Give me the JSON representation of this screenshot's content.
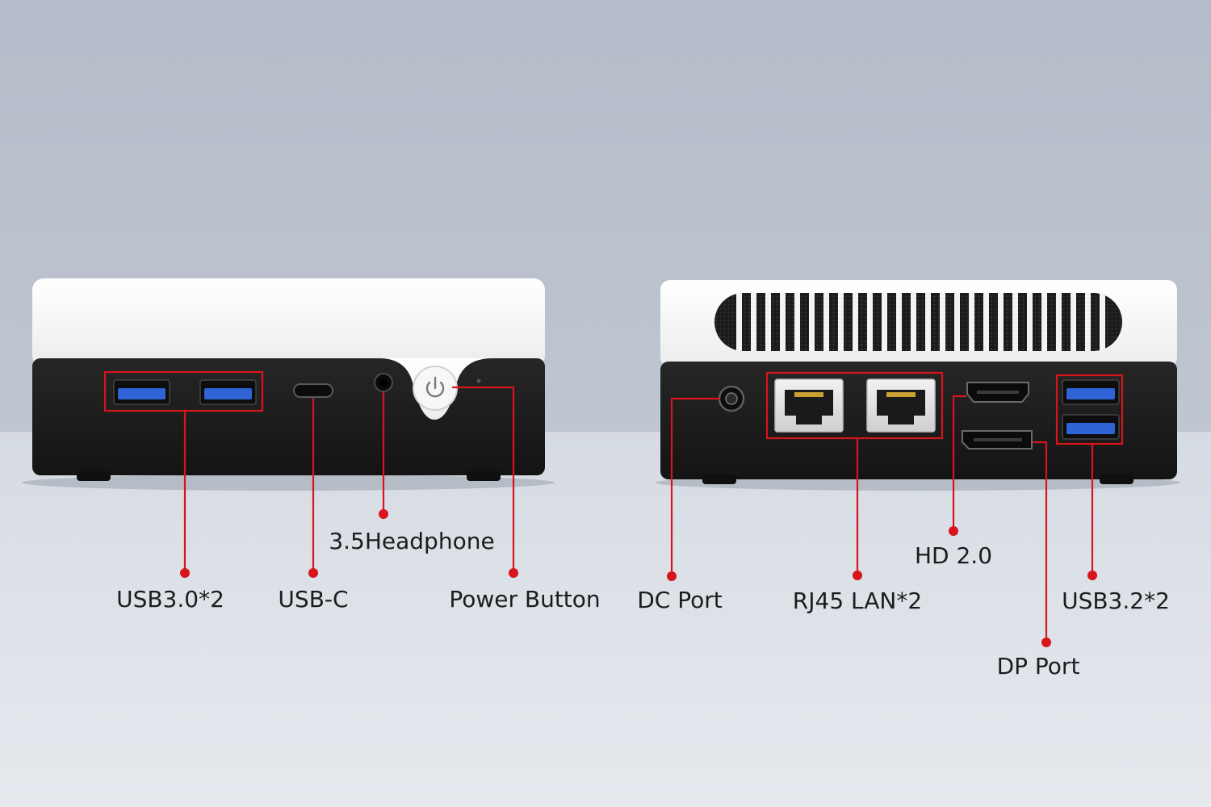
{
  "colors": {
    "wall": "#b8c0cc",
    "floor": "#dfe3ea",
    "case_white": "#f6f6f6",
    "case_black": "#1a1a1a",
    "callout_red": "#d8141c",
    "usb_blue": "#2f63d6"
  },
  "front_view": {
    "usb_label": "USB3.0*2",
    "usbc_label": "USB-C",
    "headphone_label": "3.5Headphone",
    "power_label": "Power Button",
    "icons": [
      "usb-a-port-icon",
      "usb-c-port-icon",
      "audio-jack-icon",
      "power-icon"
    ]
  },
  "rear_view": {
    "dc_label": "DC Port",
    "rj45_label": "RJ45 LAN*2",
    "hd_label": "HD 2.0",
    "usb_label": "USB3.2*2",
    "dp_label": "DP Port",
    "icons": [
      "dc-jack-icon",
      "rj45-port-icon",
      "hdmi-port-icon",
      "displayport-icon",
      "usb-a-port-icon"
    ]
  }
}
